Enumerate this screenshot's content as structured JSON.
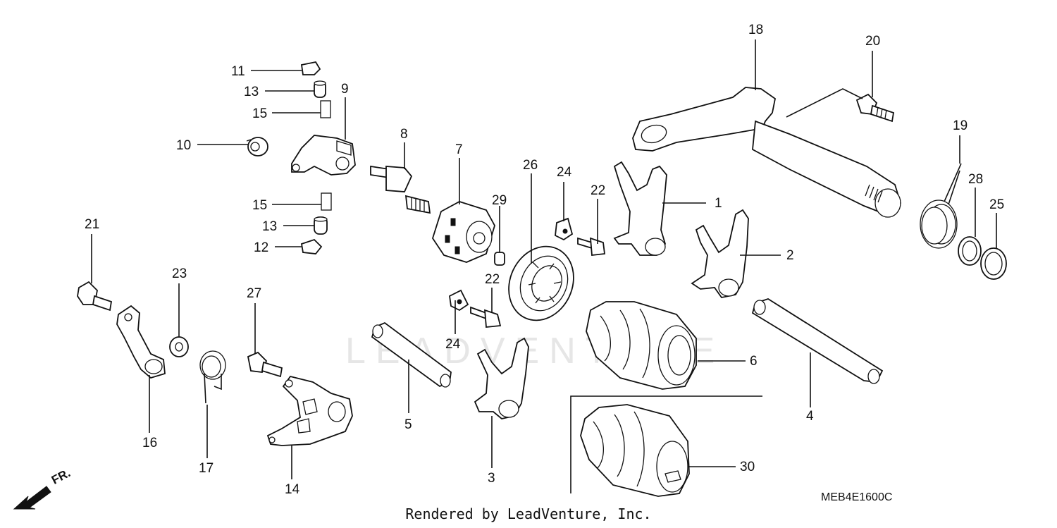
{
  "diagram": {
    "reference_code": "MEB4E1600C",
    "credit": "Rendered by LeadVenture, Inc.",
    "watermark": "LEADVENTURE",
    "front_indicator": "FR.",
    "callouts": [
      "1",
      "2",
      "3",
      "4",
      "5",
      "6",
      "7",
      "8",
      "9",
      "10",
      "11",
      "12",
      "13",
      "13",
      "14",
      "15",
      "15",
      "16",
      "17",
      "18",
      "19",
      "20",
      "21",
      "22",
      "22",
      "23",
      "24",
      "24",
      "25",
      "26",
      "27",
      "28",
      "29",
      "30"
    ]
  }
}
